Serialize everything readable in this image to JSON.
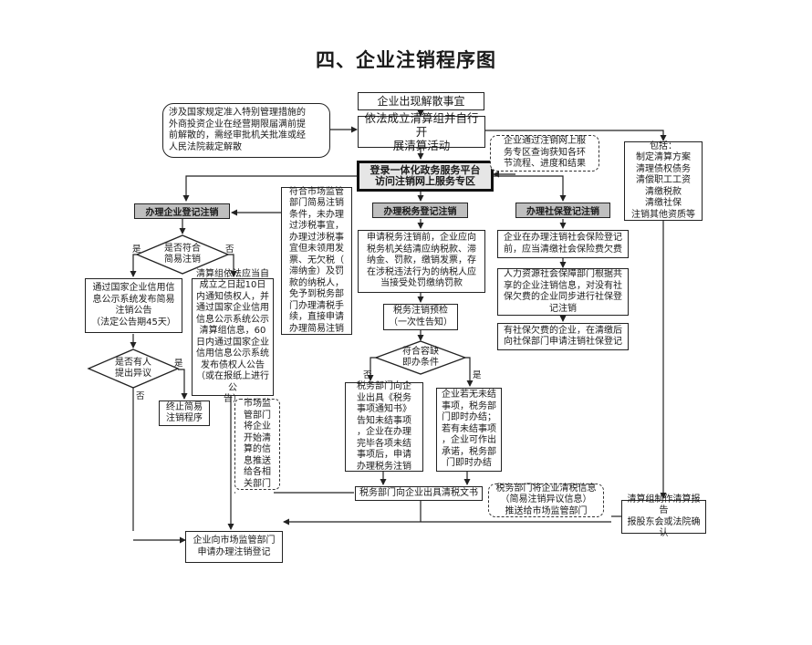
{
  "title": "四、企业注销程序图",
  "top": {
    "start": "企业出现解散事宜",
    "liquidation_group": "依法成立清算组并自行开\n展清算活动",
    "special_note": "涉及国家规定准入特别管理措施的\n外商投资企业在经营期限届满前提\n前解散的，需经审批机关批准或经\n人民法院裁定解散",
    "platform": "登录一体化政务服务平台\n访问注销网上服务专区",
    "query_note": "企业通过注销网上服\n务专区查询获知各环\n节流程、进度和结果",
    "duties": "包括：\n制定清算方案\n清理债权债务\n清偿职工工资\n清缴税款\n清缴社保\n注销其他资质等"
  },
  "branches": {
    "enterprise": "办理企业登记注销",
    "tax": "办理税务登记注销",
    "social": "办理社保登记注销"
  },
  "enterprise": {
    "q_simple": "是否符合\n简易注销",
    "yes": "是",
    "no": "否",
    "simple_notice": "通过国家企业信用信\n息公示系统发布简易\n注销公告\n（法定公告期45天）",
    "general_notice": "清算组依法应当自\n成立之日起10日\n内通知债权人，并\n通过国家企业信用\n信息公示系统公示\n清算组信息，60\n日内通过国家企业\n信用信息公示系统\n发布债权人公告\n（或在报纸上进行公\n告）",
    "q_objection": "是否有人\n提出异议",
    "yes2": "是",
    "no2": "否",
    "terminate": "终止简易\n注销程序",
    "push_note": "市场监\n管部门\n将企业\n开始清\n算的信\n息推送\n给各相\n关部门",
    "final": "企业向市场监管部门\n申请办理注销登记"
  },
  "tax": {
    "simple_cond": "符合市场监管\n部门简易注销\n条件，未办理\n过涉税事宜，\n办理过涉税事\n宜但未领用发\n票、无欠税（\n滞纳金）及罚\n款的纳税人，\n免予到税务部\n门办理清税手\n续，直接申请\n办理简易注销",
    "apply": "申请税务注销前，企业应向\n税务机关结清应纳税款、滞\n纳金、罚款，缴销发票，存\n在涉税违法行为的纳税人应\n当接受处罚缴纳罚款",
    "precheck": "税务注销预检\n（一次性告知）",
    "q_fast": "符合容缺\n即办条件",
    "no": "否",
    "yes": "是",
    "no_branch": "税务部门向企\n业出具《税务\n事项通知书》\n告知未结事项\n，企业在办理\n完毕各项未结\n事项后，申请\n办理税务注销",
    "yes_branch": "企业若无未结\n事项，税务部\n门即时办结；\n若有未结事项\n，企业可作出\n承诺，税务部\n门即时办结",
    "clearance": "税务部门向企业出具清税文书",
    "push_note": "税务部门将企业清税信息\n（简易注销异议信息）\n推送给市场监管部门"
  },
  "social": {
    "s1": "企业在办理注销社会保险登记\n前，应当清缴社会保险费欠费",
    "s2": "人力资源社会保障部门根据共\n享的企业注销信息，对没有社\n保欠费的企业同步进行社保登\n记注销",
    "s3": "有社保欠费的企业，在清缴后\n向社保部门申请注销社保登记"
  },
  "report": "清算组制作清算报告\n报股东会或法院确认"
}
